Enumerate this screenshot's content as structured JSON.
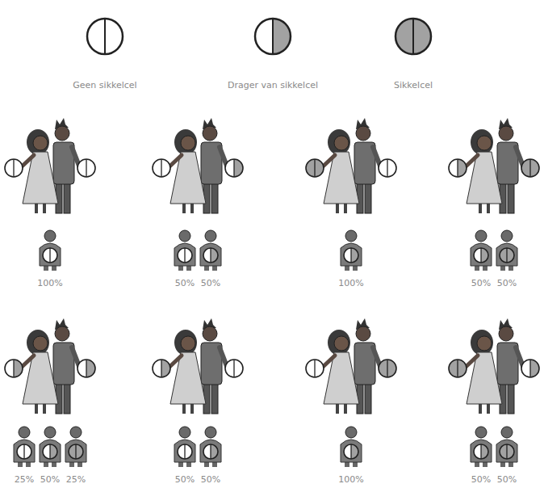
{
  "diagram": {
    "labels": [
      "100%",
      "50%",
      "50%",
      "100%",
      "50%",
      "50%",
      "25%",
      "50%",
      "25%",
      "50%",
      "50%",
      "100%",
      "50%",
      "50%"
    ],
    "legend": [
      {
        "text": "Geen sikkelcel"
      },
      {
        "text": "Drager van sikkelcel"
      },
      {
        "text": "Sikkelcel"
      }
    ]
  }
}
